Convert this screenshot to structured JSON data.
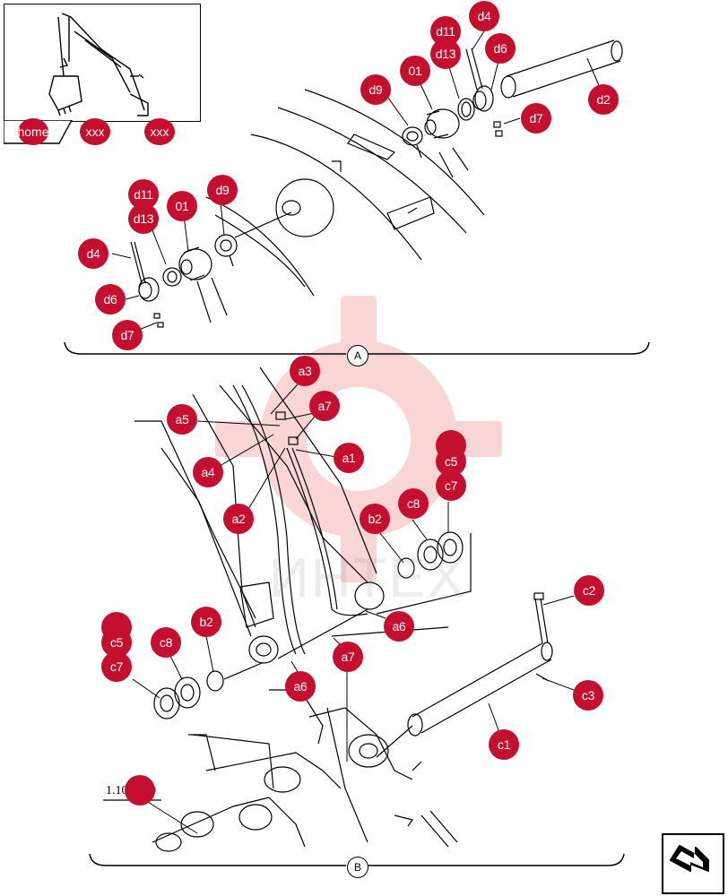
{
  "nav": {
    "home": "home",
    "prev": "xxx",
    "next": "xxx"
  },
  "sections": {
    "a": "A",
    "b": "B"
  },
  "reference": "1.10000 0",
  "watermark": "ИНТЕХ",
  "callouts_top": [
    {
      "id": "d4",
      "label": "d4"
    },
    {
      "id": "d11",
      "label": "d11"
    },
    {
      "id": "d13",
      "label": "d13"
    },
    {
      "id": "d6",
      "label": "d6"
    },
    {
      "id": "d2",
      "label": "d2"
    },
    {
      "id": "d9",
      "label": "d9"
    },
    {
      "id": "01",
      "label": "01"
    },
    {
      "id": "d7",
      "label": "d7"
    },
    {
      "id": "d11b",
      "label": "d11"
    },
    {
      "id": "d13b",
      "label": "d13"
    },
    {
      "id": "d9b",
      "label": "d9"
    },
    {
      "id": "01b",
      "label": "01"
    },
    {
      "id": "d4b",
      "label": "d4"
    },
    {
      "id": "d6b",
      "label": "d6"
    },
    {
      "id": "d7b",
      "label": "d7"
    }
  ],
  "callouts_bottom": [
    {
      "id": "a3",
      "label": "a3"
    },
    {
      "id": "a7",
      "label": "a7"
    },
    {
      "id": "a5",
      "label": "a5"
    },
    {
      "id": "a1",
      "label": "a1"
    },
    {
      "id": "a4",
      "label": "a4"
    },
    {
      "id": "a2",
      "label": "a2"
    },
    {
      "id": "c5",
      "label": "c5"
    },
    {
      "id": "c7",
      "label": "c7"
    },
    {
      "id": "b2",
      "label": "b2"
    },
    {
      "id": "c8",
      "label": "c8"
    },
    {
      "id": "a6",
      "label": "a6"
    },
    {
      "id": "a7b",
      "label": "a7"
    },
    {
      "id": "a6b",
      "label": "a6"
    },
    {
      "id": "c2",
      "label": "c2"
    },
    {
      "id": "c3",
      "label": "c3"
    },
    {
      "id": "c1",
      "label": "c1"
    },
    {
      "id": "c5b",
      "label": "c5"
    },
    {
      "id": "c7b",
      "label": "c7"
    },
    {
      "id": "c8b",
      "label": "c8"
    },
    {
      "id": "b2b",
      "label": "b2"
    }
  ],
  "colors": {
    "accent": "#c4102e",
    "line": "#000000"
  }
}
